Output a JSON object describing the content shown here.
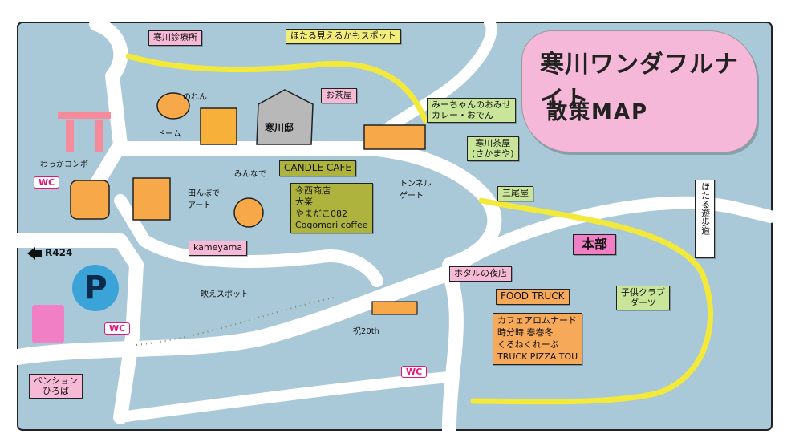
{
  "title": {
    "line1": "寒川ワンダフルナイト",
    "line2": "散策MAP"
  },
  "road": {
    "route": "R424"
  },
  "labels": {
    "clinic": "寒川診療所",
    "firefly_spot": "ほたる見えるかもスポット",
    "ochaya": "お茶屋",
    "miichan": "みーちゃんのおみせ\nカレー・おでん",
    "samukawa_chaya": "寒川茶屋\n(さかまや)",
    "sanbeya": "三尾屋",
    "firefly_walk": "ほたる遊歩道",
    "honbu": "本部",
    "kodomo": "子供クラブ\nダーツ",
    "food_truck": "FOOD TRUCK",
    "food_list": "カフェアロムナード\n時分時 春巻冬\nくるねくれーぷ\nTRUCK PIZZA TOU",
    "hotaru_yomise": "ホタルの夜店",
    "candle_cafe": "CANDLE CAFE",
    "candle_list": "今西商店\n大楽\nやまだこ082\nCogomori coffee",
    "kameyama": "kameyama",
    "wakka_konbo": "わっかコンボ",
    "pension": "ペンション\nひろば",
    "samukawa_tei": "寒川邸"
  },
  "notes": {
    "noren": "のれん",
    "dome": "ドーム",
    "minna": "みんなで",
    "art": "田んぼで\nアート",
    "tunnel_gate": "トンネル\nゲート",
    "photo_spot": "映えスポット",
    "lanterns": "祝20th"
  },
  "wc": [
    "WC",
    "WC",
    "WC"
  ],
  "colors": {
    "water": "#a9c8d8",
    "road": "#ffffff",
    "firefly_path": "#f2e93a",
    "title_bg": "#f6b8d8"
  }
}
